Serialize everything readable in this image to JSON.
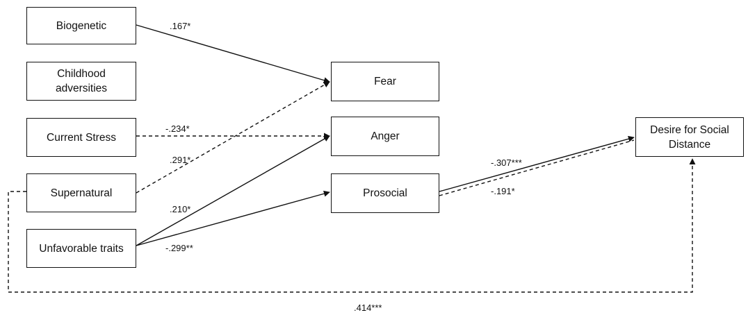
{
  "nodes": {
    "biogenetic": {
      "label": "Biogenetic"
    },
    "childhood": {
      "label": "Childhood adversities"
    },
    "current_stress": {
      "label": "Current Stress"
    },
    "supernatural": {
      "label": "Supernatural"
    },
    "unfavorable": {
      "label": "Unfavorable traits"
    },
    "fear": {
      "label": "Fear"
    },
    "anger": {
      "label": "Anger"
    },
    "prosocial": {
      "label": "Prosocial"
    },
    "distance": {
      "label": "Desire for Social Distance"
    }
  },
  "paths": {
    "biogenetic_fear": {
      "coef": ".167*",
      "style": "solid"
    },
    "stress_anger": {
      "coef": "-.234*",
      "style": "dashed"
    },
    "supernatural_fear": {
      "coef": ".291*",
      "style": "dashed"
    },
    "unfavorable_anger": {
      "coef": ".210*",
      "style": "solid"
    },
    "unfavorable_prosocial": {
      "coef": "-.299**",
      "style": "solid"
    },
    "prosocial_distance_solid": {
      "coef": "-.307***",
      "style": "solid"
    },
    "prosocial_distance_dashed": {
      "coef": "-.191*",
      "style": "dashed"
    },
    "supernatural_distance": {
      "coef": ".414***",
      "style": "dashed"
    }
  }
}
